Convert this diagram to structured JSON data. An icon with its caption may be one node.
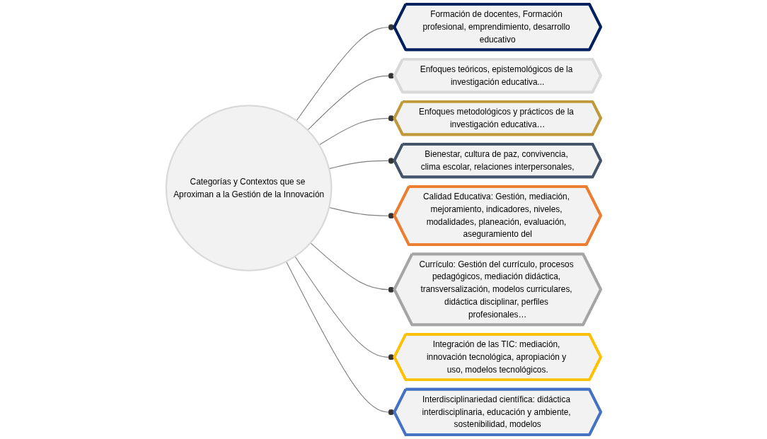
{
  "diagram": {
    "nodes": [
      {
        "text": [
          "Categorías y Contextos que se Aproximan a la Gestión de la Innovación"
        ]
      },
      {
        "text": [
          "Formación de docentes, Formación profesional, emprendimiento, desarrollo educativo"
        ]
      },
      {
        "text": [
          "Enfoques teóricos, epistemológicos de la investigación educativa..."
        ]
      },
      {
        "text": [
          "Enfoques metodológicos y prácticos de la investigación educativa…"
        ]
      },
      {
        "text": [
          "Bienestar, cultura de paz, convivencia, clima escolar, relaciones interpersonales,"
        ]
      },
      {
        "text": [
          "Calidad Educativa: Gestión, mediación, mejoramiento, indicadores, niveles, modalidades, planeación, evaluación, aseguramiento del"
        ]
      },
      {
        "text": [
          "Currículo: Gestión del currículo, procesos pedagógicos, mediación didáctica, transversalización, modelos curriculares, didáctica disciplinar, perfiles profesionales…"
        ]
      },
      {
        "text": [
          "Integración de las TIC: mediación, innovación tecnológica, apropiación y uso, modelos tecnológicos."
        ]
      },
      {
        "text": [
          "Interdisciplinariedad científica: didáctica interdisciplinaria, educación y ambiente, sostenibilidad, modelos"
        ]
      }
    ],
    "edges": [
      {
        "from": 0,
        "to": 1,
        "arrow": "other"
      },
      {
        "from": 0,
        "to": 2,
        "arrow": "other"
      },
      {
        "from": 0,
        "to": 3,
        "arrow": "other"
      },
      {
        "from": 0,
        "to": 4,
        "arrow": "other"
      },
      {
        "from": 0,
        "to": 5,
        "arrow": "other"
      },
      {
        "from": 0,
        "to": 6,
        "arrow": "other"
      },
      {
        "from": 0,
        "to": 7,
        "arrow": "other"
      },
      {
        "from": 0,
        "to": 8,
        "arrow": "other"
      }
    ]
  }
}
